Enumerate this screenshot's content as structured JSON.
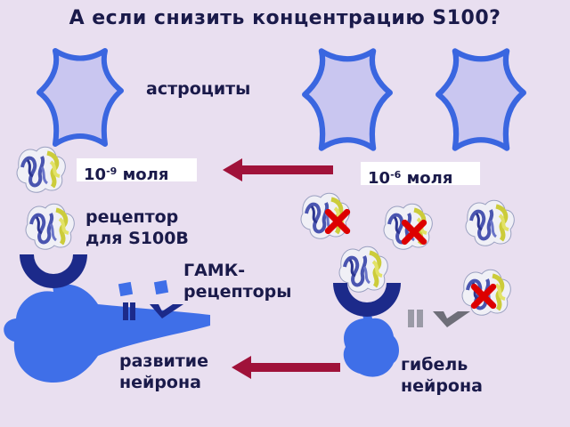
{
  "title": "А если снизить концентрацию S100?",
  "labels": {
    "astrocytes": "астроциты",
    "receptor_line1": "рецептор",
    "receptor_line2": "для S100B",
    "gaba_line1": "ГАМК-",
    "gaba_line2": "рецепторы",
    "development_line1": "развитие",
    "development_line2": "нейрона",
    "death_line1": "гибель",
    "death_line2": "нейрона"
  },
  "concentrations": {
    "low": {
      "base": "10",
      "exp": "-9",
      "unit": "моля"
    },
    "high": {
      "base": "10",
      "exp": "-6",
      "unit": "моля"
    }
  },
  "colors": {
    "background": "#e9dff0",
    "cell_fill": "#c9c6f0",
    "cell_border": "#3a66e0",
    "neuron": "#3f6fe8",
    "receptor": "#1c2a8a",
    "arrow": "#a0123a",
    "cross": "#dd0000",
    "protein_blue": "#4a55b0",
    "protein_yellow": "#d8d84a"
  },
  "icons": [
    "astrocyte-icon",
    "s100-protein-icon",
    "receptor-icon",
    "neuron-icon",
    "gaba-receptor-icon",
    "cross-icon",
    "arrow-left-icon"
  ]
}
